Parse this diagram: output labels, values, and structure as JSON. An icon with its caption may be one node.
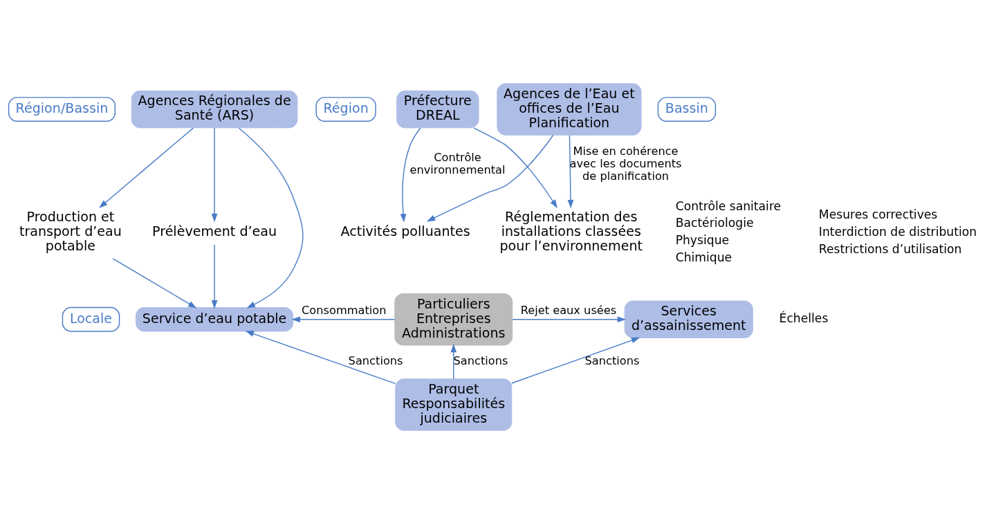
{
  "diagram": {
    "nodes": [
      {
        "text": [
          "Région/Bassin"
        ]
      },
      {
        "text": [
          "Locale"
        ]
      },
      {
        "text": [
          "Agences Régionales de Santé (ARS)"
        ]
      },
      {
        "text": [
          "Région"
        ]
      },
      {
        "text": [
          "Préfecture",
          "DREAL"
        ]
      },
      {
        "text": [
          "Bassin"
        ]
      },
      {
        "text": [
          "Agences de l’Eau et offices de l’Eau",
          "Planification"
        ]
      },
      {
        "text": [
          "Production et transport d’eau potable"
        ]
      },
      {
        "text": [
          "Prélèvement d’eau"
        ]
      },
      {
        "text": [
          "Service d’eau potable"
        ]
      },
      {
        "text": [
          "Particuliers Entreprises Administrations"
        ]
      },
      {
        "text": [
          "Services d’assainissement"
        ]
      },
      {
        "text": [
          "Parquet",
          "Responsabilités judiciaires"
        ]
      },
      {
        "text": [
          "Activités polluantes"
        ]
      },
      {
        "text": [
          "Réglementation des installations classées pour l’environnement"
        ]
      }
    ],
    "edges": [
      {
        "from": 2,
        "to": 7,
        "arrow": "to"
      },
      {
        "from": 2,
        "to": 8,
        "arrow": "to"
      },
      {
        "from": 7,
        "to": 9,
        "arrow": "to"
      },
      {
        "from": 8,
        "to": 9,
        "arrow": "to"
      },
      {
        "from": 2,
        "to": 9,
        "arrow": "to"
      },
      {
        "from": 4,
        "to": 13,
        "arrow": "to",
        "label": "Contrôle environnemental"
      },
      {
        "from": 4,
        "to": 14,
        "arrow": "to"
      },
      {
        "from": 6,
        "to": 13,
        "arrow": "to"
      },
      {
        "from": 6,
        "to": 14,
        "arrow": "to",
        "label": "Mise en cohérence avec les documents de planification"
      },
      {
        "from": 10,
        "to": 9,
        "arrow": "to",
        "label": "Consommation"
      },
      {
        "from": 10,
        "to": 11,
        "arrow": "to",
        "label": "Rejet eaux usées"
      },
      {
        "from": 12,
        "to": 9,
        "arrow": "to",
        "label": "Sanctions"
      },
      {
        "from": 12,
        "to": 10,
        "arrow": "to",
        "label": "Sanctions"
      },
      {
        "from": 12,
        "to": 11,
        "arrow": "to",
        "label": "Sanctions"
      }
    ],
    "labels": [
      "Échelles",
      "Contrôle sanitaire",
      "Bactériologie",
      "Physique",
      "Chimique",
      "Mesures correctives",
      "Interdiction de distribution",
      "Restrictions d’utilisation"
    ]
  }
}
